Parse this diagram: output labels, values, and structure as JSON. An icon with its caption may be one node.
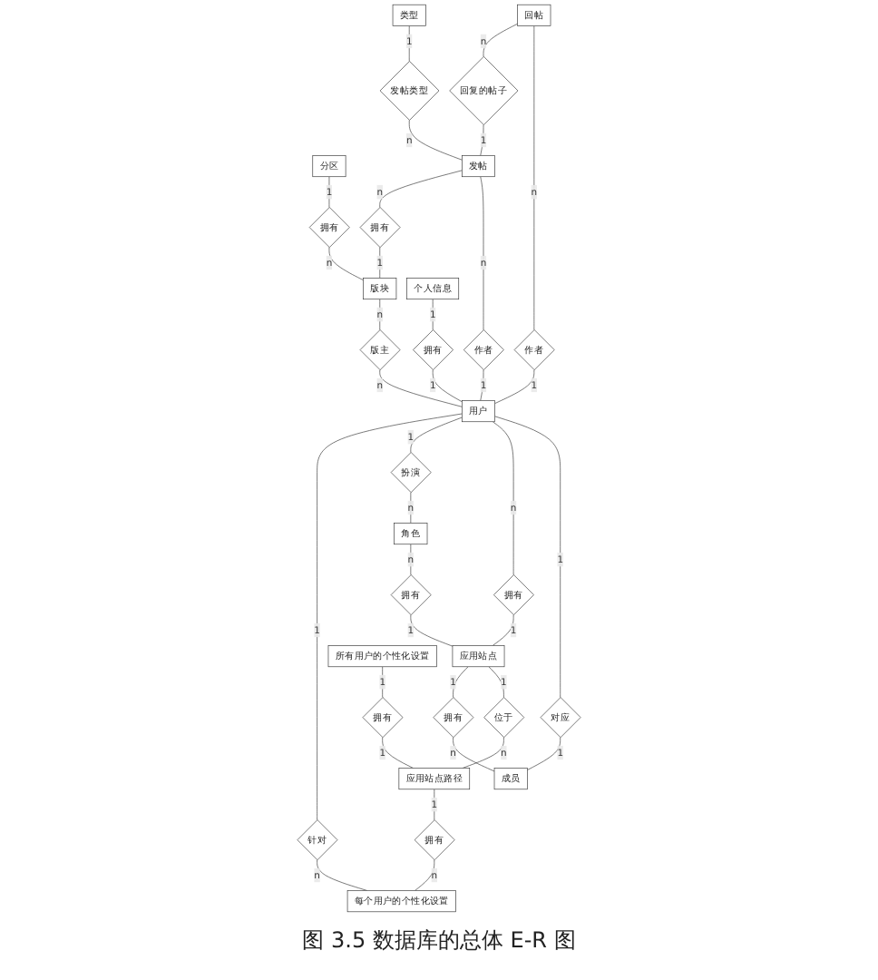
{
  "diagram": {
    "caption": "图 3.5 数据库的总体 E-R 图",
    "nodes": [
      {
        "text": [
          "类型"
        ]
      },
      {
        "text": [
          "分区"
        ]
      },
      {
        "text": [
          "发帖类型"
        ]
      },
      {
        "text": [
          "拥有"
        ]
      },
      {
        "text": [
          "回帖"
        ]
      },
      {
        "text": [
          "回复的帖子"
        ]
      },
      {
        "text": [
          "发帖"
        ]
      },
      {
        "text": [
          "拥有"
        ]
      },
      {
        "text": [
          "版块"
        ]
      },
      {
        "text": [
          "作者"
        ]
      },
      {
        "text": [
          "作者"
        ]
      },
      {
        "text": [
          "版主"
        ]
      },
      {
        "text": [
          "个人信息"
        ]
      },
      {
        "text": [
          "拥有"
        ]
      },
      {
        "text": [
          "用户"
        ]
      },
      {
        "text": [
          "针对"
        ]
      },
      {
        "text": [
          "扮演"
        ]
      },
      {
        "text": [
          "拥有"
        ]
      },
      {
        "text": [
          "对应"
        ]
      },
      {
        "text": [
          "角色"
        ]
      },
      {
        "text": [
          "拥有"
        ]
      },
      {
        "text": [
          "应用站点"
        ]
      },
      {
        "text": [
          "拥有"
        ]
      },
      {
        "text": [
          "成员"
        ]
      },
      {
        "text": [
          "位于"
        ]
      },
      {
        "text": [
          "所有用户的个性化设置"
        ]
      },
      {
        "text": [
          "拥有"
        ]
      },
      {
        "text": [
          "应用站点路径"
        ]
      },
      {
        "text": [
          "拥有"
        ]
      },
      {
        "text": [
          "每个用户的个性化设置"
        ]
      }
    ],
    "edges": [
      {
        "from": 0,
        "to": 2,
        "arrow": "none",
        "label": "1"
      },
      {
        "from": 2,
        "to": 6,
        "arrow": "none",
        "label": "n"
      },
      {
        "from": 1,
        "to": 3,
        "arrow": "none",
        "label": "1"
      },
      {
        "from": 3,
        "to": 8,
        "arrow": "none",
        "label": "n"
      },
      {
        "from": 4,
        "to": 5,
        "arrow": "none",
        "label": "n"
      },
      {
        "from": 5,
        "to": 6,
        "arrow": "none",
        "label": "1"
      },
      {
        "from": 6,
        "to": 7,
        "arrow": "none",
        "label": "n"
      },
      {
        "from": 7,
        "to": 8,
        "arrow": "none",
        "label": "1"
      },
      {
        "from": 4,
        "to": 9,
        "arrow": "none",
        "label": "n"
      },
      {
        "from": 9,
        "to": 14,
        "arrow": "none",
        "label": "1"
      },
      {
        "from": 6,
        "to": 10,
        "arrow": "none",
        "label": "n"
      },
      {
        "from": 10,
        "to": 14,
        "arrow": "none",
        "label": "1"
      },
      {
        "from": 8,
        "to": 11,
        "arrow": "none",
        "label": "n"
      },
      {
        "from": 11,
        "to": 14,
        "arrow": "none",
        "label": "n"
      },
      {
        "from": 12,
        "to": 13,
        "arrow": "none",
        "label": "1"
      },
      {
        "from": 13,
        "to": 14,
        "arrow": "none",
        "label": "1"
      },
      {
        "from": 14,
        "to": 15,
        "arrow": "none",
        "label": "1"
      },
      {
        "from": 15,
        "to": 29,
        "arrow": "none",
        "label": "n"
      },
      {
        "from": 14,
        "to": 16,
        "arrow": "none",
        "label": "1"
      },
      {
        "from": 16,
        "to": 19,
        "arrow": "none",
        "label": "n"
      },
      {
        "from": 14,
        "to": 17,
        "arrow": "none",
        "label": "n"
      },
      {
        "from": 17,
        "to": 21,
        "arrow": "none",
        "label": "1"
      },
      {
        "from": 14,
        "to": 18,
        "arrow": "none",
        "label": "1"
      },
      {
        "from": 18,
        "to": 23,
        "arrow": "none",
        "label": "1"
      },
      {
        "from": 19,
        "to": 20,
        "arrow": "none",
        "label": "n"
      },
      {
        "from": 20,
        "to": 21,
        "arrow": "none",
        "label": "1"
      },
      {
        "from": 21,
        "to": 22,
        "arrow": "none",
        "label": "1"
      },
      {
        "from": 22,
        "to": 23,
        "arrow": "none",
        "label": "n"
      },
      {
        "from": 21,
        "to": 24,
        "arrow": "none",
        "label": "1"
      },
      {
        "from": 24,
        "to": 27,
        "arrow": "none",
        "label": "n"
      },
      {
        "from": 25,
        "to": 26,
        "arrow": "none",
        "label": "1"
      },
      {
        "from": 26,
        "to": 27,
        "arrow": "none",
        "label": "1"
      },
      {
        "from": 27,
        "to": 28,
        "arrow": "none",
        "label": "1"
      },
      {
        "from": 28,
        "to": 29,
        "arrow": "none",
        "label": "n"
      }
    ]
  }
}
